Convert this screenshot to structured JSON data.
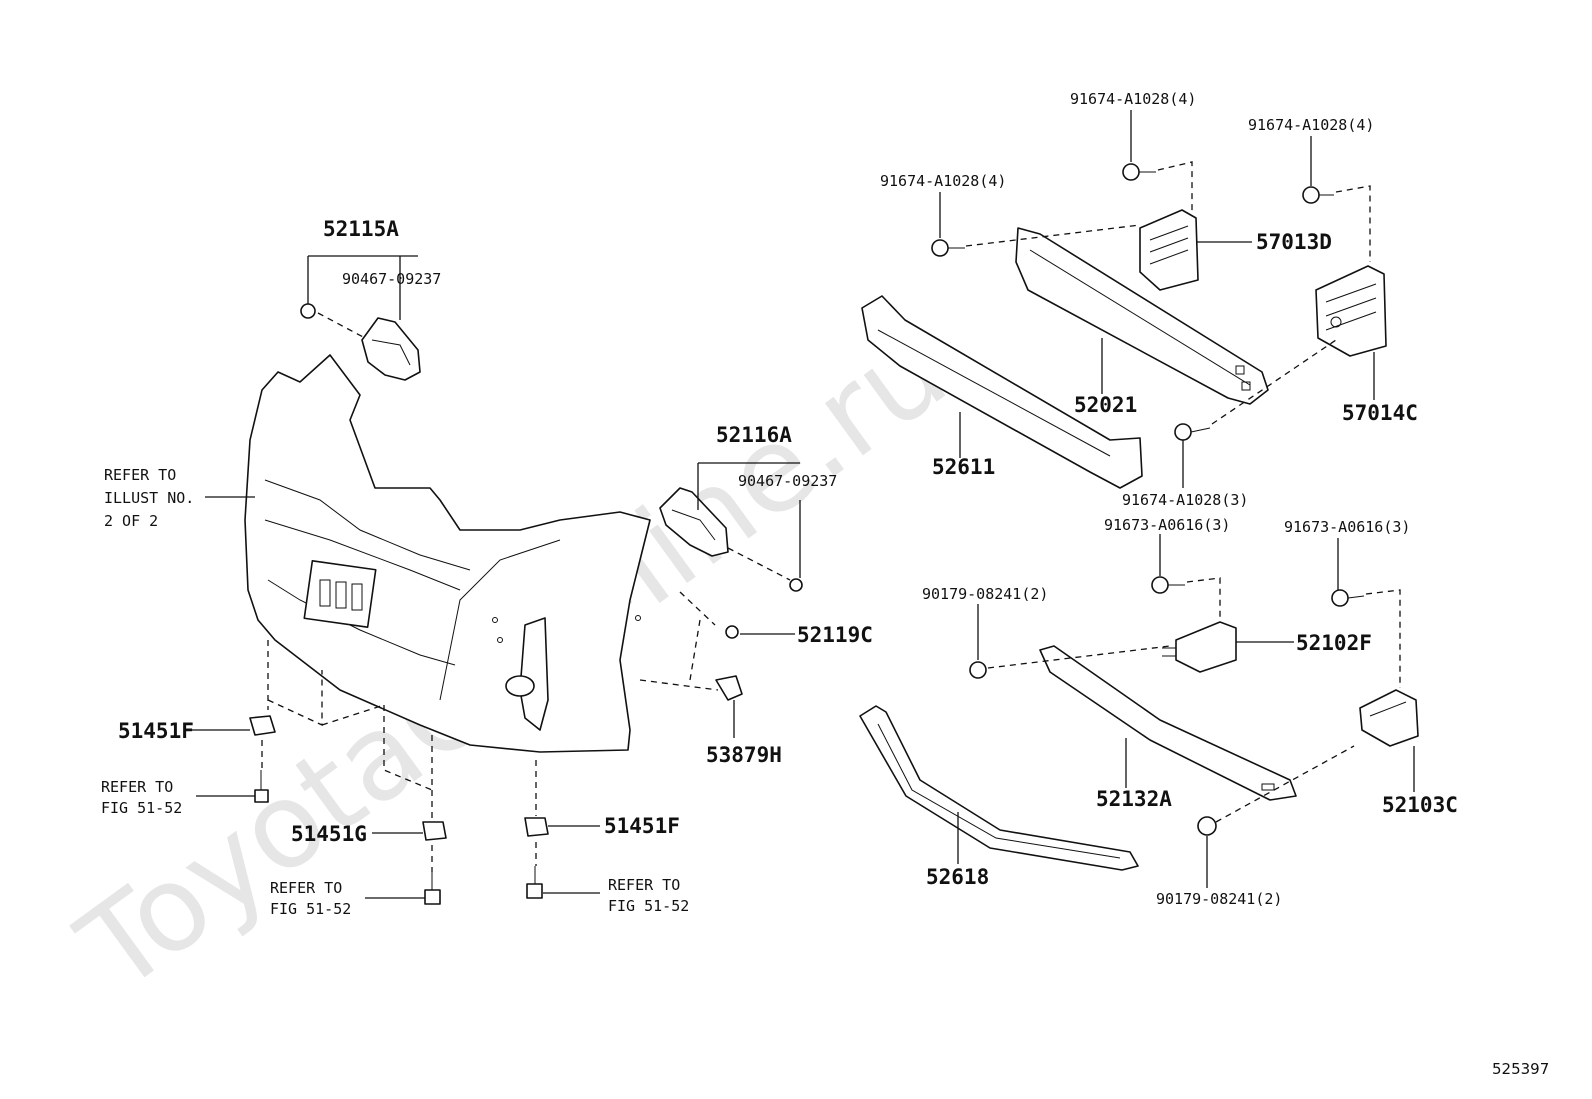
{
  "watermark": "ToyotaCarMine.ru",
  "diagram_number": "525397",
  "labels": {
    "p52115A": "52115A",
    "p90467_left": "90467-09237",
    "p52116A": "52116A",
    "p90467_right": "90467-09237",
    "p52119C": "52119C",
    "p53879H": "53879H",
    "p51451F_left": "51451F",
    "p51451G": "51451G",
    "p51451F_right": "51451F",
    "p91674_a": "91674-A1028(4)",
    "p91674_b": "91674-A1028(4)",
    "p91674_c": "91674-A1028(4)",
    "p57013D": "57013D",
    "p52021": "52021",
    "p57014C": "57014C",
    "p52611": "52611",
    "p91674_d": "91674-A1028(3)",
    "p91673_a": "91673-A0616(3)",
    "p91673_b": "91673-A0616(3)",
    "p90179_a": "90179-08241(2)",
    "p52102F": "52102F",
    "p52132A": "52132A",
    "p52103C": "52103C",
    "p52618": "52618",
    "p90179_b": "90179-08241(2)"
  },
  "notes": {
    "refer_illust": [
      "REFER TO",
      "ILLUST NO.",
      "2 OF 2"
    ],
    "refer_fig_1": [
      "REFER TO",
      "FIG 51-52"
    ],
    "refer_fig_2": [
      "REFER TO",
      "FIG 51-52"
    ],
    "refer_fig_3": [
      "REFER TO",
      "FIG 51-52"
    ]
  }
}
